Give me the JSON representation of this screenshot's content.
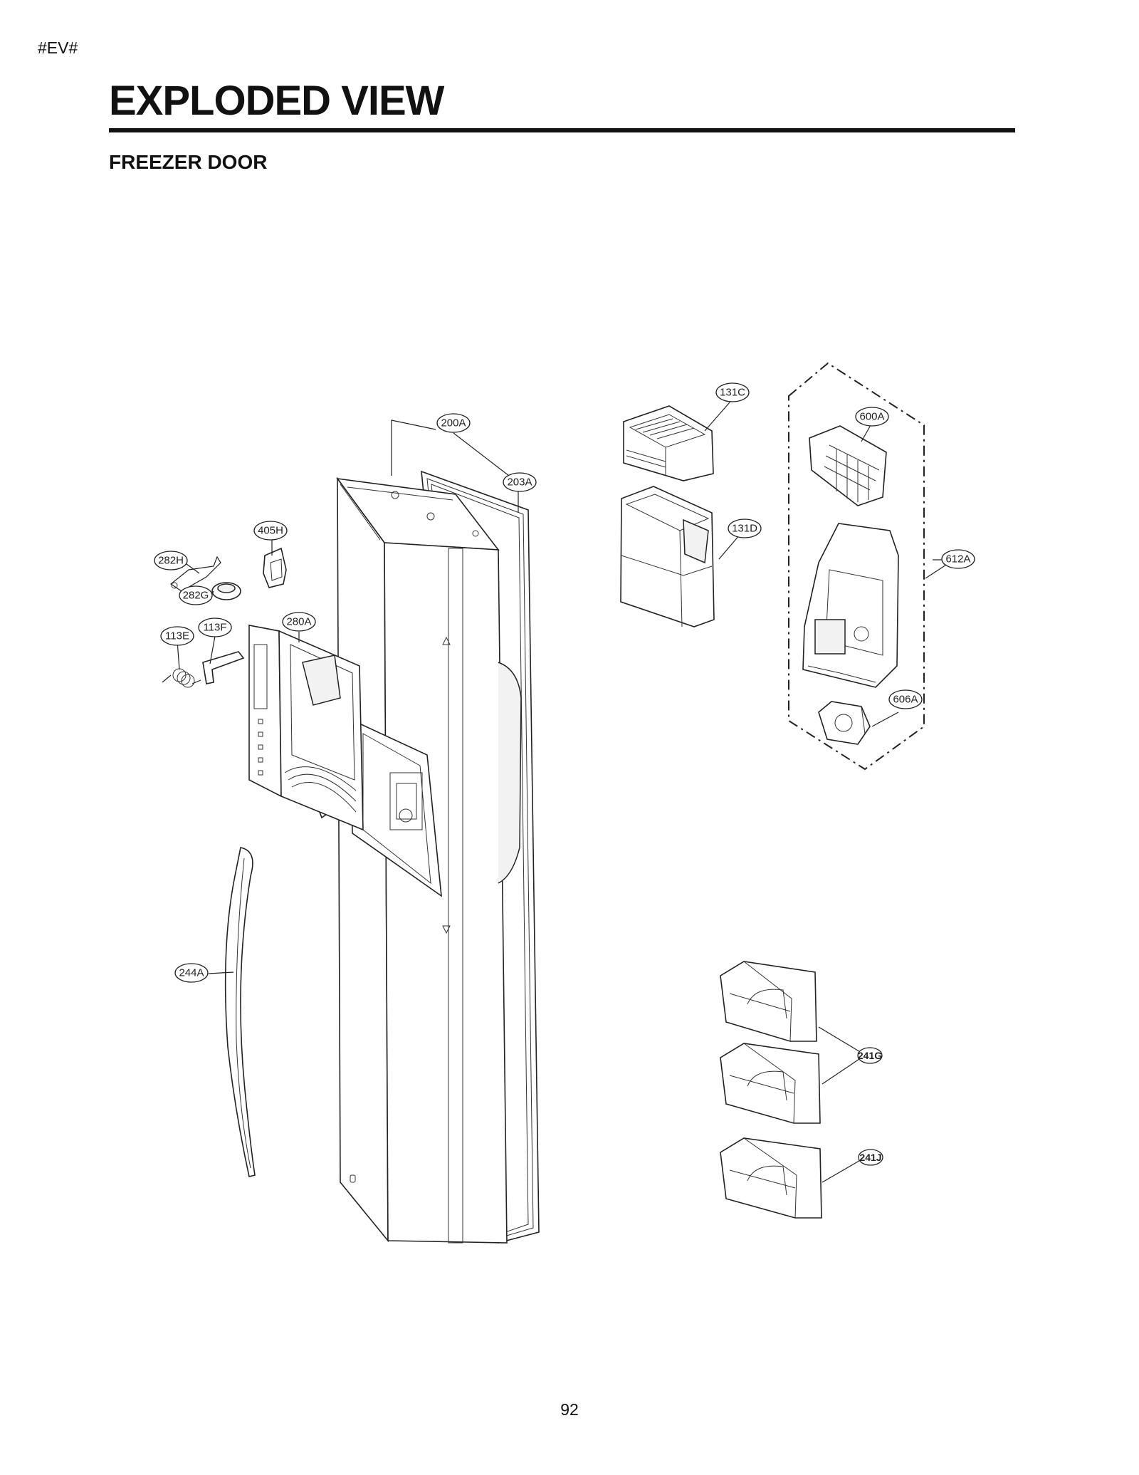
{
  "header": {
    "tag": "#EV#",
    "title": "EXPLODED VIEW",
    "section": "FREEZER DOOR"
  },
  "callouts": {
    "c131C": "131C",
    "c200A": "200A",
    "c203A": "203A",
    "c600A": "600A",
    "c405H": "405H",
    "c131D": "131D",
    "c612A": "612A",
    "c282H": "282H",
    "c282G": "282G",
    "c280A": "280A",
    "c113F": "113F",
    "c113E": "113E",
    "c606A": "606A",
    "c244A": "244A",
    "c241G": "241G",
    "c241J": "241J"
  },
  "footer": {
    "page_number": "92"
  }
}
